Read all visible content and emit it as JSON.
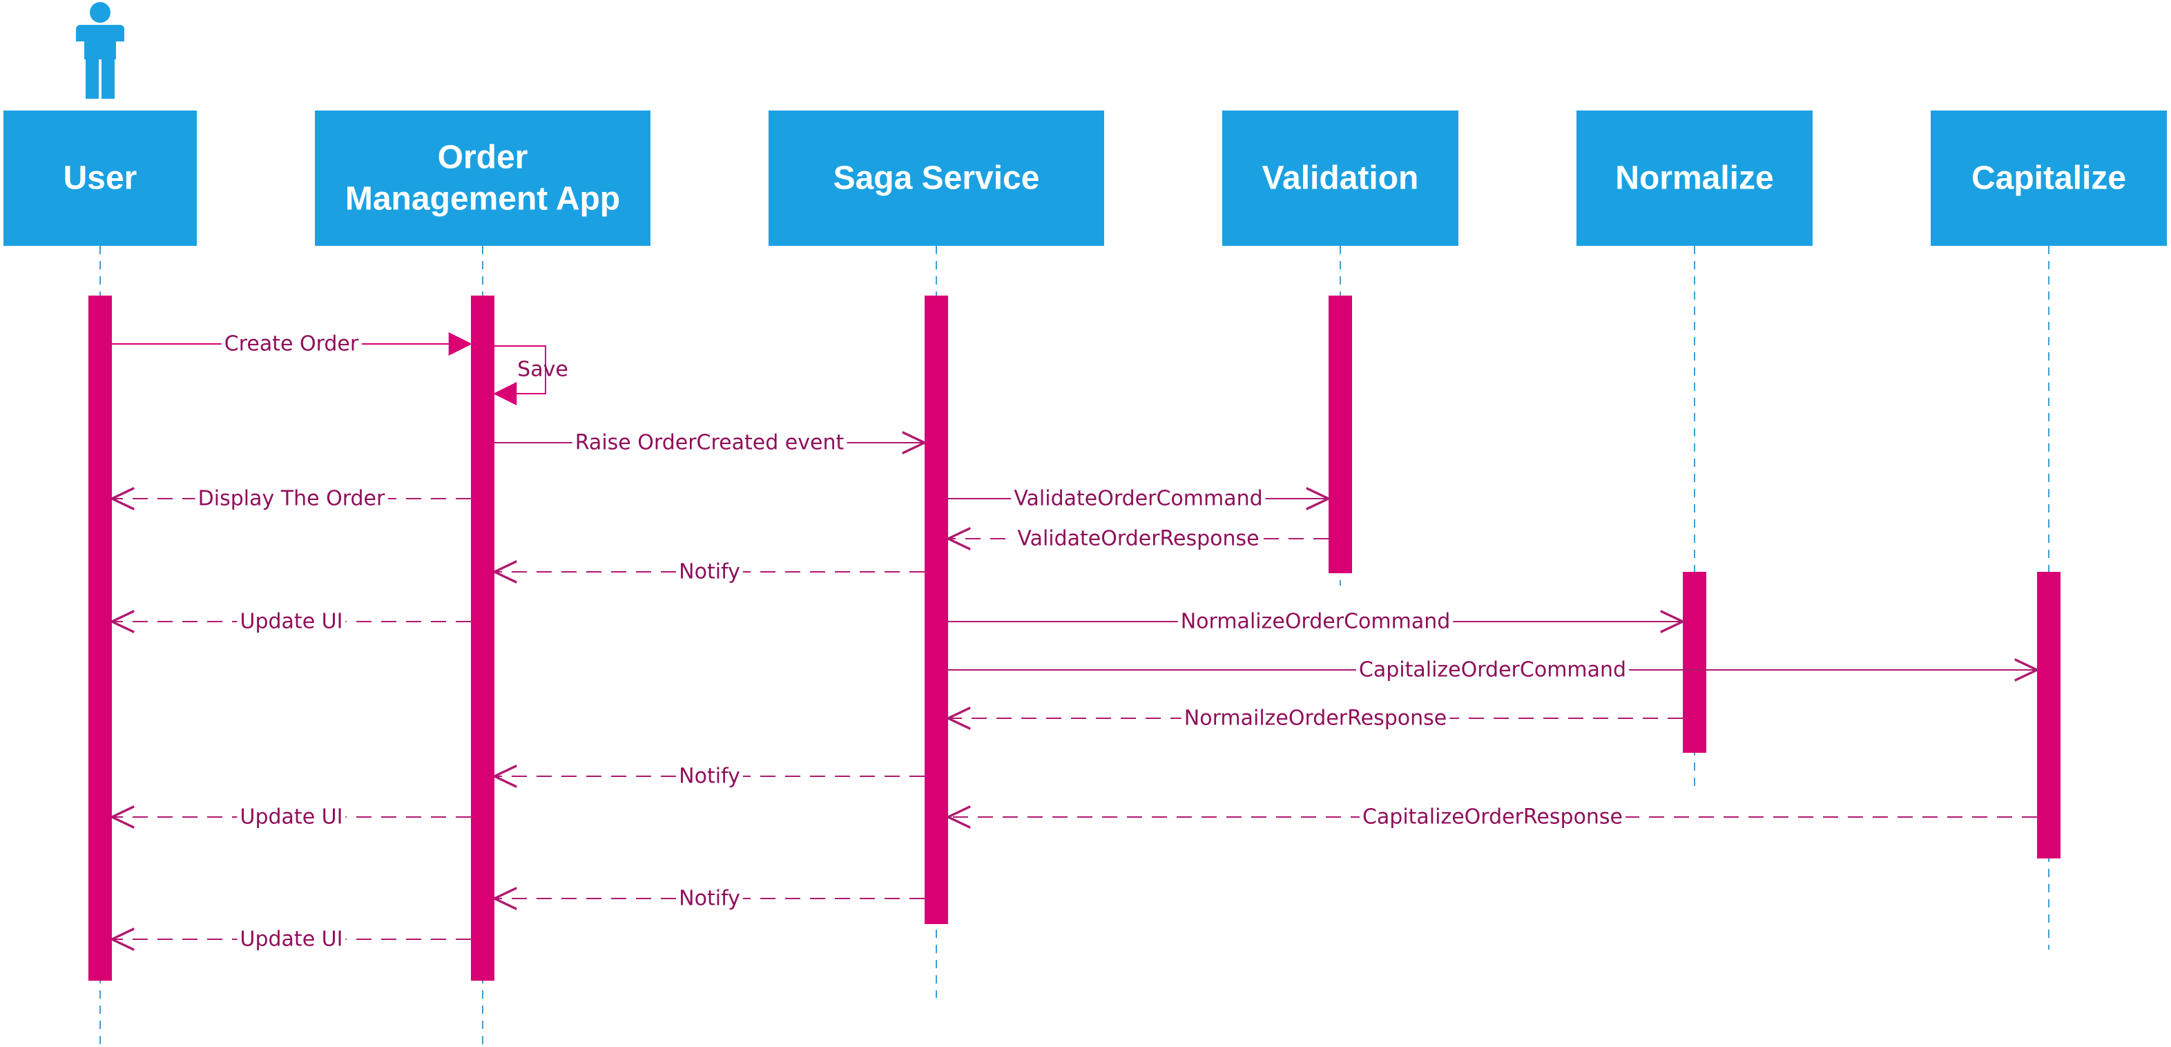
{
  "colors": {
    "participant_fill": "#1ba1e2",
    "participant_text": "#ffffff",
    "lifeline": "#3d9fd6",
    "activation": "#d80073",
    "message": "#b0186e",
    "message_text": "#8f0f5a",
    "actor_icon": "#1ba1e2"
  },
  "actor": {
    "icon": "person-icon",
    "participant": "user"
  },
  "participants": [
    {
      "id": "user",
      "lines": [
        "User"
      ]
    },
    {
      "id": "oma",
      "lines": [
        "Order",
        "Management App"
      ]
    },
    {
      "id": "saga",
      "lines": [
        "Saga Service"
      ]
    },
    {
      "id": "validation",
      "lines": [
        "Validation"
      ]
    },
    {
      "id": "normalize",
      "lines": [
        "Normalize"
      ]
    },
    {
      "id": "capitalize",
      "lines": [
        "Capitalize"
      ]
    }
  ],
  "messages": [
    {
      "from": "user",
      "to": "oma",
      "label": "Create Order",
      "style": "sync"
    },
    {
      "from": "oma",
      "to": "oma",
      "label": "Save",
      "style": "self"
    },
    {
      "from": "oma",
      "to": "saga",
      "label": "Raise OrderCreated event",
      "style": "async"
    },
    {
      "from": "oma",
      "to": "user",
      "label": "Display The Order",
      "style": "return"
    },
    {
      "from": "saga",
      "to": "validation",
      "label": "ValidateOrderCommand",
      "style": "async"
    },
    {
      "from": "validation",
      "to": "saga",
      "label": "ValidateOrderResponse",
      "style": "return"
    },
    {
      "from": "saga",
      "to": "oma",
      "label": "Notify",
      "style": "return"
    },
    {
      "from": "oma",
      "to": "user",
      "label": "Update UI",
      "style": "return"
    },
    {
      "from": "saga",
      "to": "normalize",
      "label": "NormalizeOrderCommand",
      "style": "async"
    },
    {
      "from": "saga",
      "to": "capitalize",
      "label": "CapitalizeOrderCommand",
      "style": "async"
    },
    {
      "from": "normalize",
      "to": "saga",
      "label": "NormailzeOrderResponse",
      "style": "return"
    },
    {
      "from": "saga",
      "to": "oma",
      "label": "Notify",
      "style": "return"
    },
    {
      "from": "capitalize",
      "to": "saga",
      "label": "CapitalizeOrderResponse",
      "style": "return"
    },
    {
      "from": "oma",
      "to": "user",
      "label": "Update UI",
      "style": "return"
    },
    {
      "from": "saga",
      "to": "oma",
      "label": "Notify",
      "style": "return"
    },
    {
      "from": "oma",
      "to": "user",
      "label": "Update UI",
      "style": "return"
    }
  ]
}
